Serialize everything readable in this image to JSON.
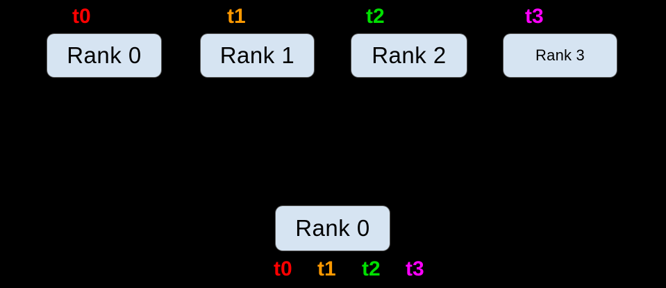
{
  "canvas": {
    "background": "#000000"
  },
  "node_style": {
    "fill": "#d6e4f2",
    "text_color": "#000000"
  },
  "top_nodes": [
    {
      "label": "Rank 0",
      "thread": {
        "text": "t0",
        "color": "#ff0000"
      }
    },
    {
      "label": "Rank 1",
      "thread": {
        "text": "t1",
        "color": "#ff9900"
      }
    },
    {
      "label": "Rank 2",
      "thread": {
        "text": "t2",
        "color": "#00e000"
      }
    },
    {
      "label": "Rank 3",
      "thread": {
        "text": "t3",
        "color": "#ff00ff"
      }
    }
  ],
  "bottom_node": {
    "label": "Rank 0",
    "threads": [
      {
        "text": "t0",
        "color": "#ff0000"
      },
      {
        "text": "t1",
        "color": "#ff9900"
      },
      {
        "text": "t2",
        "color": "#00e000"
      },
      {
        "text": "t3",
        "color": "#ff00ff"
      }
    ]
  }
}
